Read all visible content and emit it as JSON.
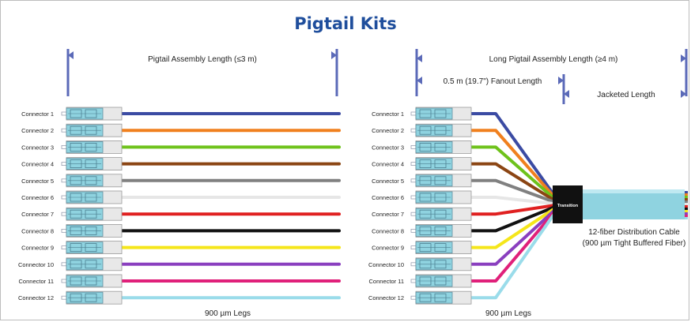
{
  "title": "Pigtail Kits",
  "left_panel": {
    "dimension_label": "Pigtail Assembly Length (≤3 m)",
    "legs_label": "900 µm Legs"
  },
  "right_panel": {
    "dimension_label": "Long Pigtail Assembly Length (≥4 m)",
    "fanout_label": "0.5 m (19.7\") Fanout Length",
    "jacketed_label": "Jacketed Length",
    "transition_label": "Transition",
    "cable_label_1": "12-fiber Distribution Cable",
    "cable_label_2": "(900 µm Tight Buffered Fiber)",
    "legs_label": "900 µm Legs"
  },
  "connectors": [
    {
      "label": "Connector 1",
      "color": "#3b4ba3"
    },
    {
      "label": "Connector 2",
      "color": "#f0801e"
    },
    {
      "label": "Connector 3",
      "color": "#6ec21b"
    },
    {
      "label": "Connector 4",
      "color": "#8b4513"
    },
    {
      "label": "Connector 5",
      "color": "#808080"
    },
    {
      "label": "Connector 6",
      "color": "#e6e6e6"
    },
    {
      "label": "Connector 7",
      "color": "#e02020"
    },
    {
      "label": "Connector 8",
      "color": "#111111"
    },
    {
      "label": "Connector 9",
      "color": "#f5e61a"
    },
    {
      "label": "Connector 10",
      "color": "#8a3fbf"
    },
    {
      "label": "Connector 11",
      "color": "#e0207a"
    },
    {
      "label": "Connector 12",
      "color": "#9adcea"
    }
  ],
  "colors": {
    "title": "#1f4e9c",
    "dimension_line": "#5b6ab8",
    "connector_body": "#e8e8e8",
    "connector_ferrule": "#8fd3e0",
    "cable": "#8fd3e0",
    "transition": "#111111"
  }
}
